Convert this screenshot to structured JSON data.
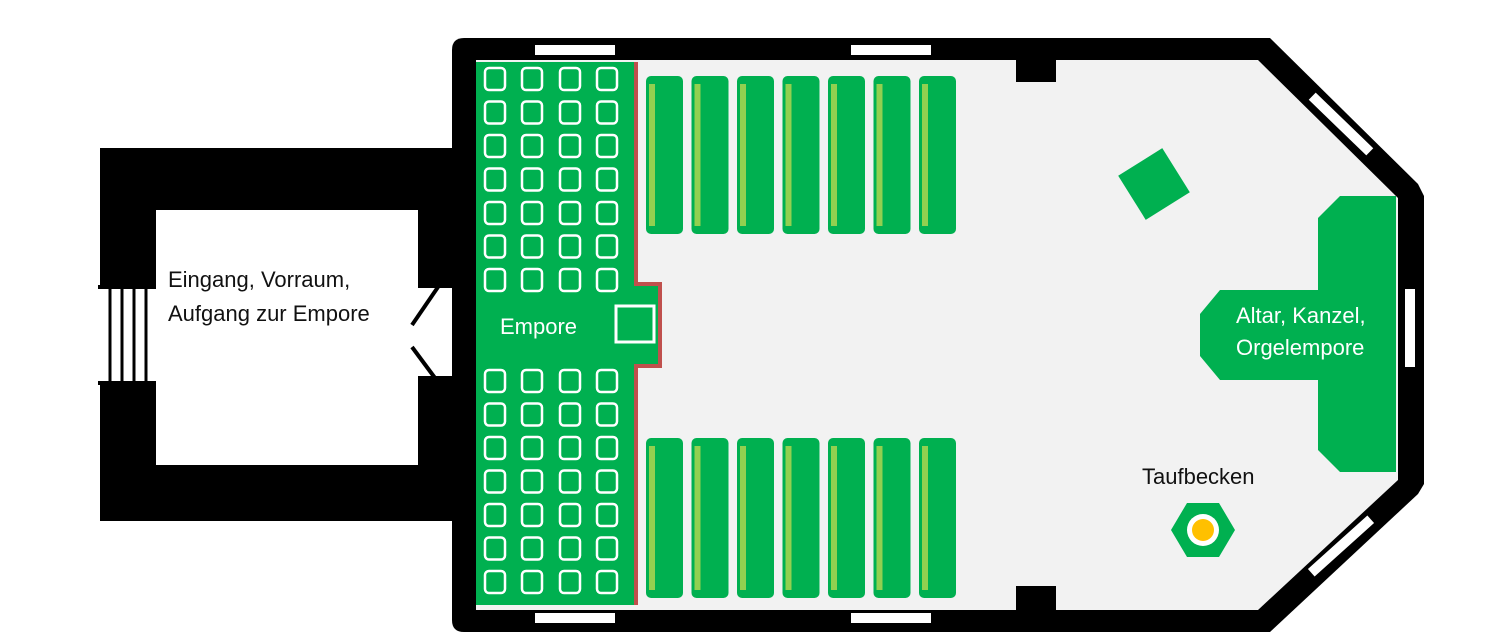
{
  "labels": {
    "entrance_line1": "Eingang, Vorraum,",
    "entrance_line2": "Aufgang zur Empore",
    "gallery": "Empore",
    "altar_line1": "Altar, Kanzel,",
    "altar_line2": "Orgelempore",
    "font": "Taufbecken"
  },
  "colors": {
    "wall": "#000000",
    "floor": "#f2f2f2",
    "bench": "#00b050",
    "bench_back": "#92d050",
    "gallery_rail": "#c0504d",
    "font_center": "#ffc000"
  }
}
